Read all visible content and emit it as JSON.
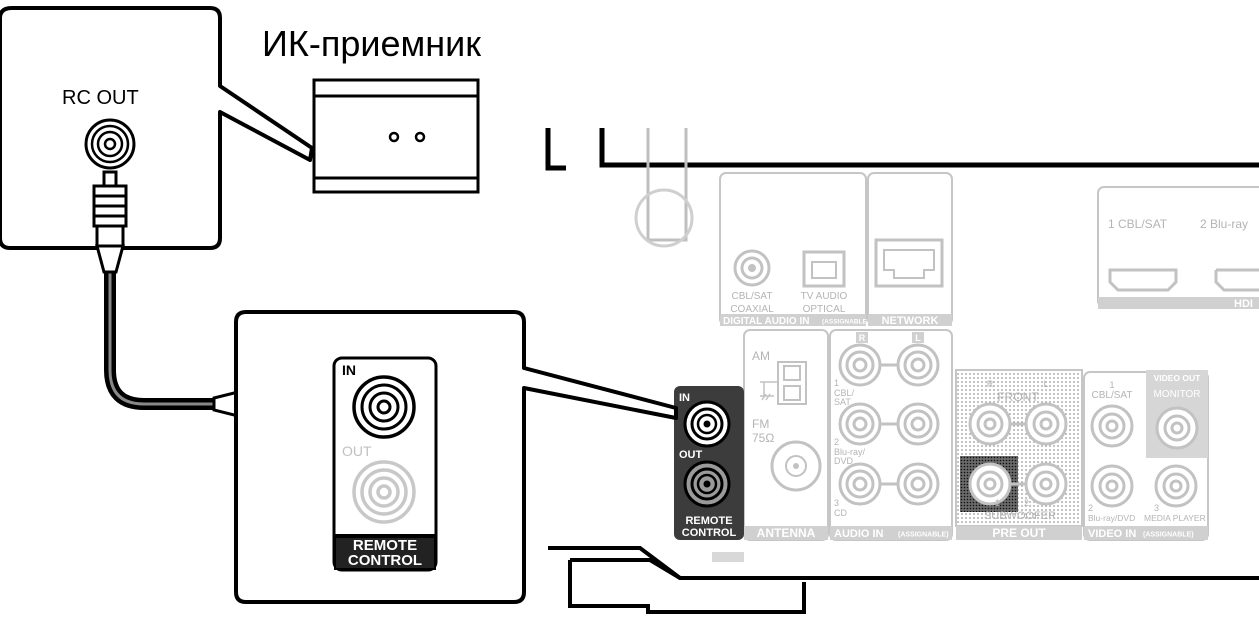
{
  "diagram": {
    "ir_receiver_label": "ИК-приемник",
    "rc_out_label": "RC OUT",
    "zoom_panel": {
      "in_label": "IN",
      "out_label": "OUT",
      "remote_control_line1": "REMOTE",
      "remote_control_line2": "CONTROL"
    },
    "rear_panel": {
      "remote_in": "IN",
      "remote_out": "OUT",
      "remote_control_line1": "REMOTE",
      "remote_control_line2": "CONTROL",
      "cbl_sat_coaxial_1": "CBL/SAT",
      "cbl_sat_coaxial_2": "COAXIAL",
      "tv_audio_1": "TV AUDIO",
      "tv_audio_2": "OPTICAL",
      "digital_audio_in": "DIGITAL AUDIO IN",
      "assignable_small": "(ASSIGNABLE)",
      "network": "NETWORK",
      "hdmi_1": "1 CBL/SAT",
      "hdmi_2": "2 Blu-ray",
      "hdmi_tag": "HDI",
      "am": "AM",
      "fm_1": "FM",
      "fm_2": "75Ω",
      "antenna": "ANTENNA",
      "audio_in": "AUDIO IN",
      "audio_r": "R",
      "audio_l": "L",
      "ai_1a": "1",
      "ai_1b": "CBL/",
      "ai_1c": "SAT",
      "ai_2a": "2",
      "ai_2b": "Blu-ray/",
      "ai_2c": "DVD",
      "ai_3a": "3",
      "ai_3b": "CD",
      "front": "FRONT",
      "front_r": "R",
      "front_l": "L",
      "subwoofer": "SUBWOOFER",
      "sub_1": "1",
      "sub_2": "2",
      "pre_out": "PRE OUT",
      "vid_1a": "1",
      "vid_1b": "CBL/SAT",
      "video_out": "VIDEO OUT",
      "monitor": "MONITOR",
      "vid_2": "2",
      "vid_2b": "Blu-ray/DVD",
      "vid_3": "3",
      "vid_3b": "MEDIA PLAYER",
      "video_in": "VIDEO IN",
      "video_in_assignable": "(ASSIGNABLE)"
    },
    "colors": {
      "line": "#000000",
      "gray_line": "#b4b4b4",
      "gray_fill": "#e6e6e6",
      "dark_panel": "#3c3c3c"
    }
  }
}
